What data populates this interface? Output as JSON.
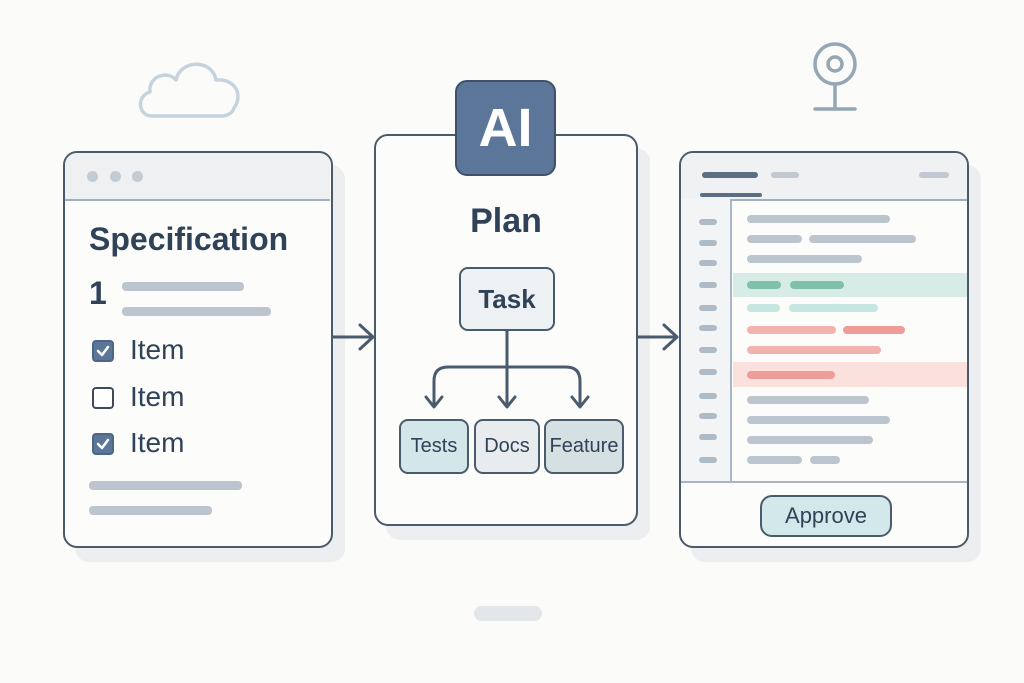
{
  "decor": {
    "cloud_icon": "cloud-icon",
    "webcam_icon": "webcam-icon",
    "bottom_pill": "page-indicator"
  },
  "spec_panel": {
    "title": "Specification",
    "step_number": "1",
    "items": [
      {
        "label": "Item",
        "checked": true
      },
      {
        "label": "Item",
        "checked": false
      },
      {
        "label": "Item",
        "checked": true
      }
    ]
  },
  "plan_panel": {
    "badge": "AI",
    "title": "Plan",
    "root_node": "Task",
    "children": [
      "Tests",
      "Docs",
      "Feature"
    ]
  },
  "review_panel": {
    "approve_label": "Approve",
    "diff_lines": [
      {
        "type": "context"
      },
      {
        "type": "context"
      },
      {
        "type": "context"
      },
      {
        "type": "added-highlight"
      },
      {
        "type": "added"
      },
      {
        "type": "removed"
      },
      {
        "type": "removed"
      },
      {
        "type": "removed-highlight"
      },
      {
        "type": "context"
      },
      {
        "type": "context"
      },
      {
        "type": "context"
      },
      {
        "type": "context"
      }
    ]
  },
  "colors": {
    "accent": "#5b7699",
    "outline": "#4a5b6c",
    "added": "#7fc1a8",
    "removed": "#ef9a9a",
    "approve_bg": "#d3e8ea"
  }
}
